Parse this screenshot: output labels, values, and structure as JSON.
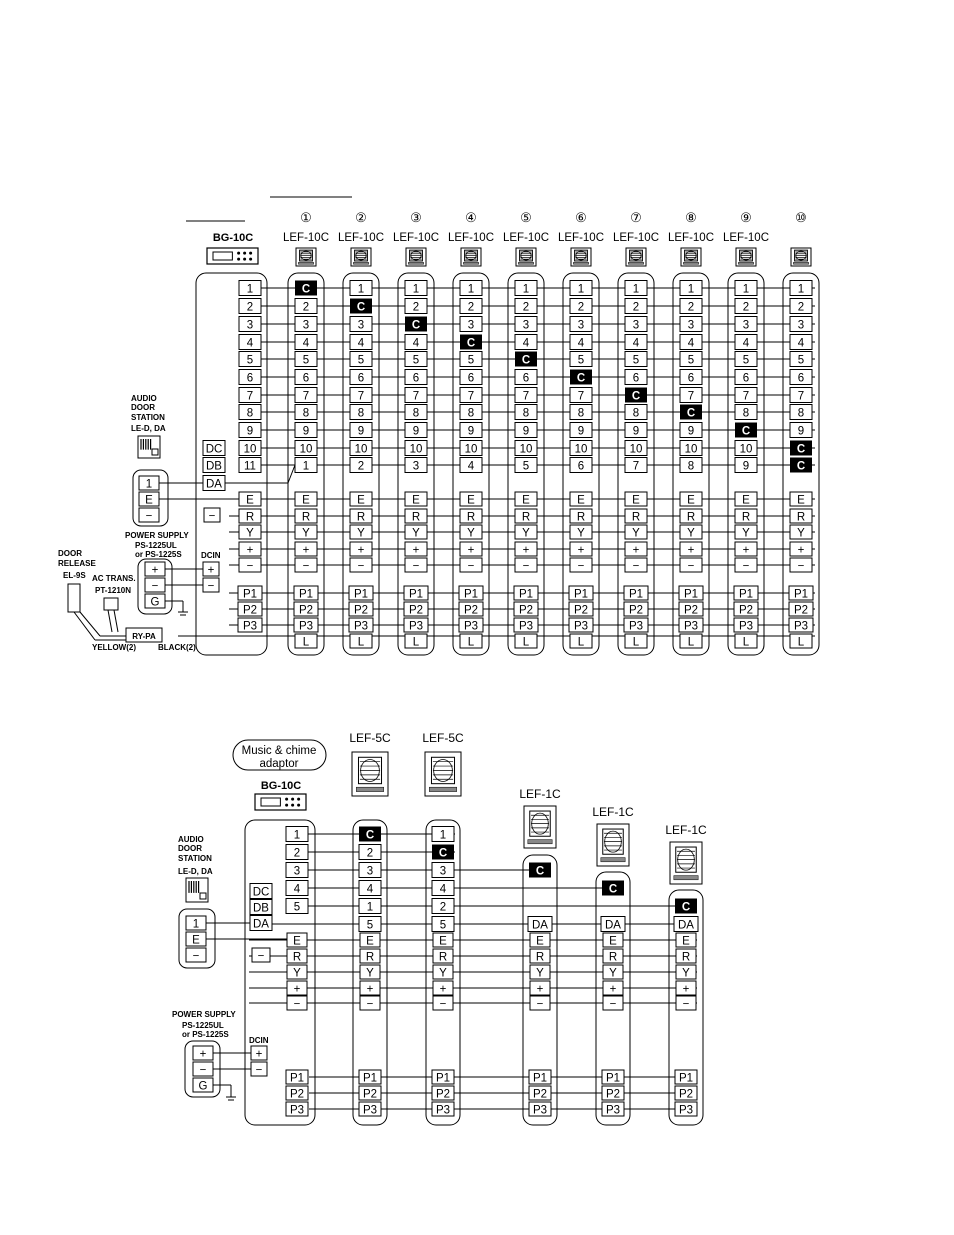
{
  "diagram1": {
    "master_label": "BG-10C",
    "station_labels": [
      "LEF-10C",
      "LEF-10C",
      "LEF-10C",
      "LEF-10C",
      "LEF-10C",
      "LEF-10C",
      "LEF-10C",
      "LEF-10C",
      "LEF-10C"
    ],
    "circled_numbers": [
      "①",
      "②",
      "③",
      "④",
      "⑤",
      "⑥",
      "⑦",
      "⑧",
      "⑨",
      "⑩"
    ],
    "master_rows": [
      "1",
      "2",
      "3",
      "4",
      "5",
      "6",
      "7",
      "8",
      "9",
      "10",
      "11"
    ],
    "station_rows": [
      "1",
      "2",
      "3",
      "4",
      "5",
      "6",
      "7",
      "8",
      "9",
      "10"
    ],
    "common_label": "C",
    "line11_values": [
      "1",
      "2",
      "3",
      "4",
      "5",
      "6",
      "7",
      "8",
      "9"
    ],
    "dc_labels": [
      "DC",
      "DB",
      "DA"
    ],
    "bus_rows": [
      "E",
      "R",
      "Y",
      "+",
      "−"
    ],
    "power_rows": [
      "P1",
      "P2",
      "P3"
    ],
    "last_row": "L",
    "audio_door": [
      "AUDIO",
      "DOOR",
      "STATION"
    ],
    "audio_door_model": "LE-D, DA",
    "audio_terminals": [
      "1",
      "E",
      "−"
    ],
    "minus_label": "−",
    "power_supply": [
      "POWER SUPPLY",
      "PS-1225UL",
      "or PS-1225S"
    ],
    "ps_terminals": [
      "+",
      "−",
      "G"
    ],
    "dcin": "DCIN",
    "dcin_terminals": [
      "+",
      "−"
    ],
    "door_release": [
      "DOOR",
      "RELEASE",
      "EL-9S"
    ],
    "ac_trans": [
      "AC TRANS.",
      "PT-1210N"
    ],
    "relay": "RY-PA",
    "yellow": "YELLOW(2)",
    "black": "BLACK(2)"
  },
  "diagram2": {
    "adaptor": [
      "Music & chime",
      "adaptor"
    ],
    "master_label": "BG-10C",
    "lef5c": [
      "LEF-5C",
      "LEF-5C"
    ],
    "lef1c": [
      "LEF-1C",
      "LEF-1C",
      "LEF-1C"
    ],
    "master_rows": [
      "1",
      "2",
      "3",
      "4",
      "5"
    ],
    "st1_rows": [
      "C",
      "2",
      "3",
      "4",
      "1",
      "5"
    ],
    "st2_rows": [
      "1",
      "C",
      "3",
      "4",
      "2",
      "5"
    ],
    "dc_labels": [
      "DC",
      "DB",
      "DA"
    ],
    "bus_rows": [
      "E",
      "R",
      "Y",
      "+",
      "−"
    ],
    "power_rows": [
      "P1",
      "P2",
      "P3"
    ],
    "da_label": "DA",
    "common_label": "C",
    "audio_door": [
      "AUDIO",
      "DOOR",
      "STATION"
    ],
    "audio_door_model": "LE-D, DA",
    "audio_terminals": [
      "1",
      "E",
      "−"
    ],
    "minus_label": "−",
    "power_supply": [
      "POWER SUPPLY",
      "PS-1225UL",
      "or PS-1225S"
    ],
    "ps_terminals": [
      "+",
      "−",
      "G"
    ],
    "dcin": "DCIN",
    "dcin_terminals": [
      "+",
      "−"
    ]
  }
}
